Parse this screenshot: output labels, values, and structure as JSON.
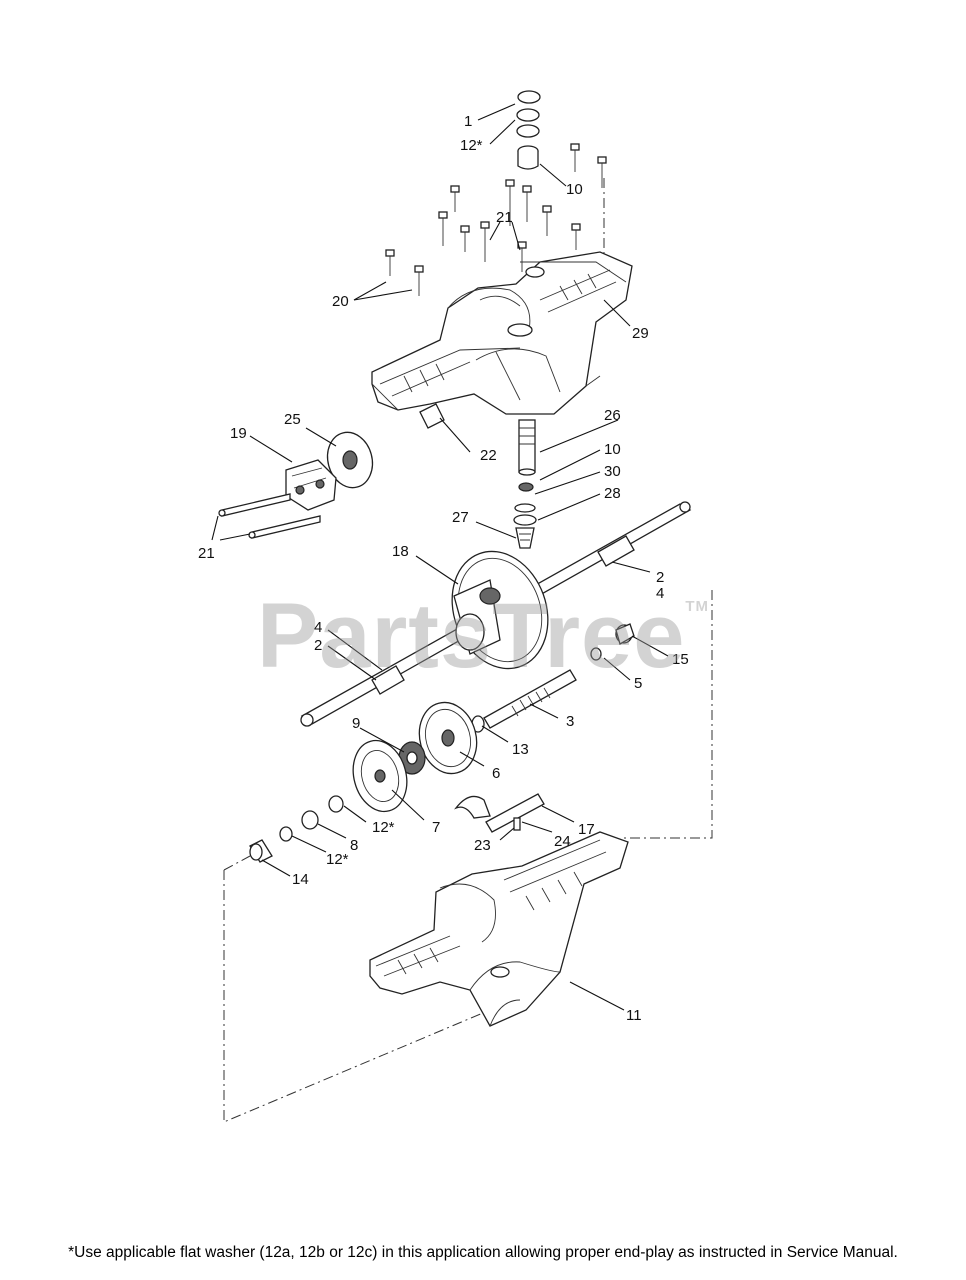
{
  "watermark": {
    "text": "PartsTree",
    "tm": "TM"
  },
  "footnote": "*Use applicable flat washer (12a, 12b or 12c) in this application allowing proper end-play as instructed in Service Manual.",
  "callouts": {
    "c1": "1",
    "c12a": "12*",
    "c10a": "10",
    "c21a": "21",
    "c20": "20",
    "c29": "29",
    "c26": "26",
    "c25": "25",
    "c19": "19",
    "c22": "22",
    "c10b": "10",
    "c30": "30",
    "c28": "28",
    "c27": "27",
    "c21b": "21",
    "c18": "18",
    "c2a": "2",
    "c4a": "4",
    "c4b": "4",
    "c2b": "2",
    "c15": "15",
    "c5": "5",
    "c3": "3",
    "c9": "9",
    "c13": "13",
    "c6": "6",
    "c12b": "12*",
    "c7": "7",
    "c8": "8",
    "c12c": "12*",
    "c17": "17",
    "c24": "24",
    "c23": "23",
    "c14": "14",
    "c11": "11"
  }
}
